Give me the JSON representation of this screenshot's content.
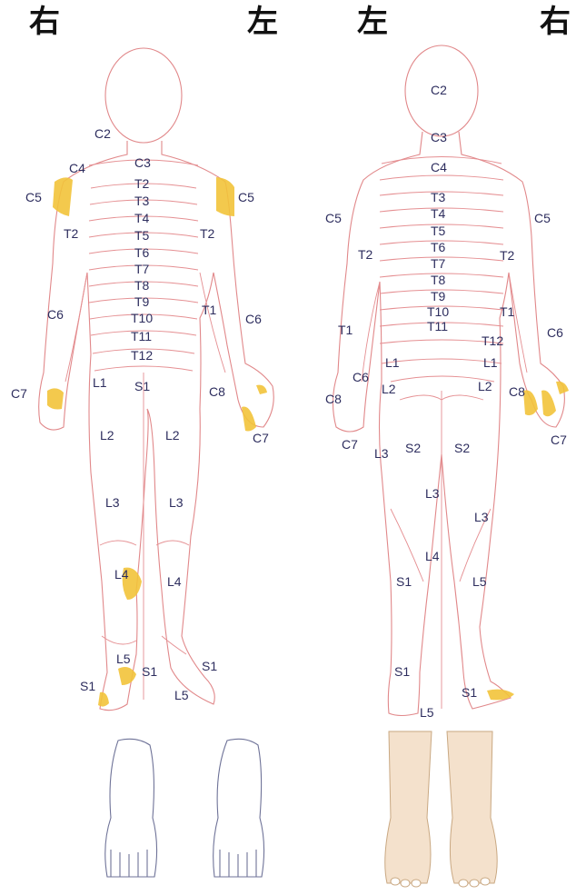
{
  "headers": {
    "front_right": "右",
    "front_left": "左",
    "back_left": "左",
    "back_right": "右"
  },
  "front_labels": [
    "C2",
    "C3",
    "C4",
    "C5",
    "C5",
    "T2",
    "T3",
    "T4",
    "T5",
    "T6",
    "T7",
    "T8",
    "T9",
    "T10",
    "T11",
    "T12",
    "T2",
    "T2",
    "T1",
    "C6",
    "C6",
    "C7",
    "C8",
    "C7",
    "L1",
    "S1",
    "L2",
    "L2",
    "L3",
    "L3",
    "L4",
    "L4",
    "L5",
    "S1",
    "S1",
    "S1",
    "L5"
  ],
  "back_labels": [
    "C2",
    "C3",
    "C4",
    "C5",
    "C5",
    "T3",
    "T4",
    "T5",
    "T6",
    "T7",
    "T8",
    "T9",
    "T10",
    "T11",
    "T2",
    "T2",
    "T1",
    "T1",
    "T12",
    "C6",
    "C6",
    "L1",
    "L1",
    "L2",
    "L2",
    "C8",
    "C8",
    "C7",
    "C7",
    "L3",
    "S2",
    "S2",
    "L3",
    "L3",
    "L4",
    "S1",
    "L5",
    "S1",
    "S1",
    "L5"
  ],
  "colors": {
    "highlight": "#f2c33a",
    "outline": "#e1888a",
    "label": "#2d2d5e"
  }
}
